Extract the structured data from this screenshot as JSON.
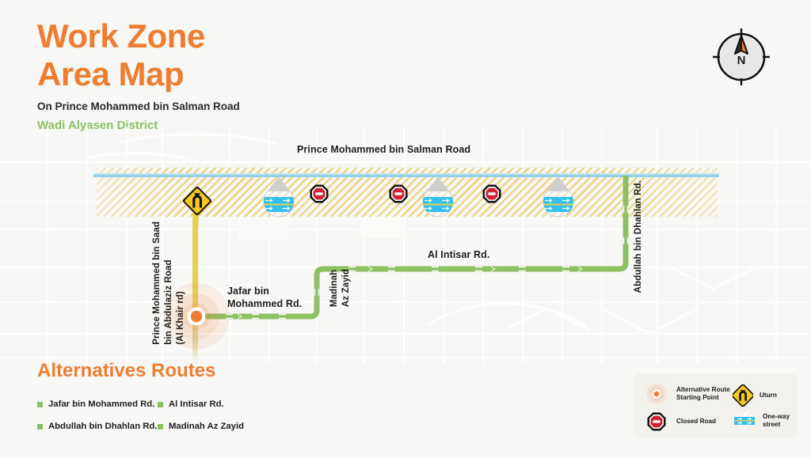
{
  "header": {
    "title_line1": "Work Zone",
    "title_line2": "Area Map",
    "subtitle": "On Prince Mohammed bin Salman Road",
    "district": "Wadi Alyasen District",
    "title_color": "#ed7d31",
    "district_color": "#8cc163"
  },
  "compass": {
    "north_label": "N",
    "needle_color": "#ed7d31",
    "name": "compass-rose"
  },
  "map": {
    "labels": {
      "main_road": "Prince Mohammed bin Salman Road",
      "al_intisar": "Al Intisar Rd.",
      "jafar": "Jafar bin\nMohammed Rd.",
      "khair_road": "Prince Mohammed bin Saad\nbin Abdulaziz Road\n(Al Khair rd)",
      "dhahlan": "Abdullah bin Dhahlan Rd.",
      "madinah": "Madinah\nAz Zayid"
    },
    "work_zone_color": "#eec355",
    "route_color": "#8cc163",
    "highway_color": "#8fd0ea",
    "khair_road_color": "#e8d14a",
    "markers": {
      "uturn_count": 1,
      "closed_road_count": 3,
      "oneway_count": 3,
      "start_point_count": 1
    }
  },
  "alternatives": {
    "title": "Alternatives Routes",
    "items": [
      {
        "label": "Jafar bin Mohammed Rd."
      },
      {
        "label": "Al Intisar Rd."
      },
      {
        "label": "Abdullah bin Dhahlan Rd."
      },
      {
        "label": "Madinah Az Zayid"
      }
    ]
  },
  "legend": {
    "items": [
      {
        "icon": "start-point-icon",
        "label": "Alternative Route\nStarting Point"
      },
      {
        "icon": "closed-road-icon",
        "label": "Closed Road"
      },
      {
        "icon": "uturn-icon",
        "label": "Uturn"
      },
      {
        "icon": "oneway-icon",
        "label": "One-way\nstreet"
      }
    ]
  }
}
